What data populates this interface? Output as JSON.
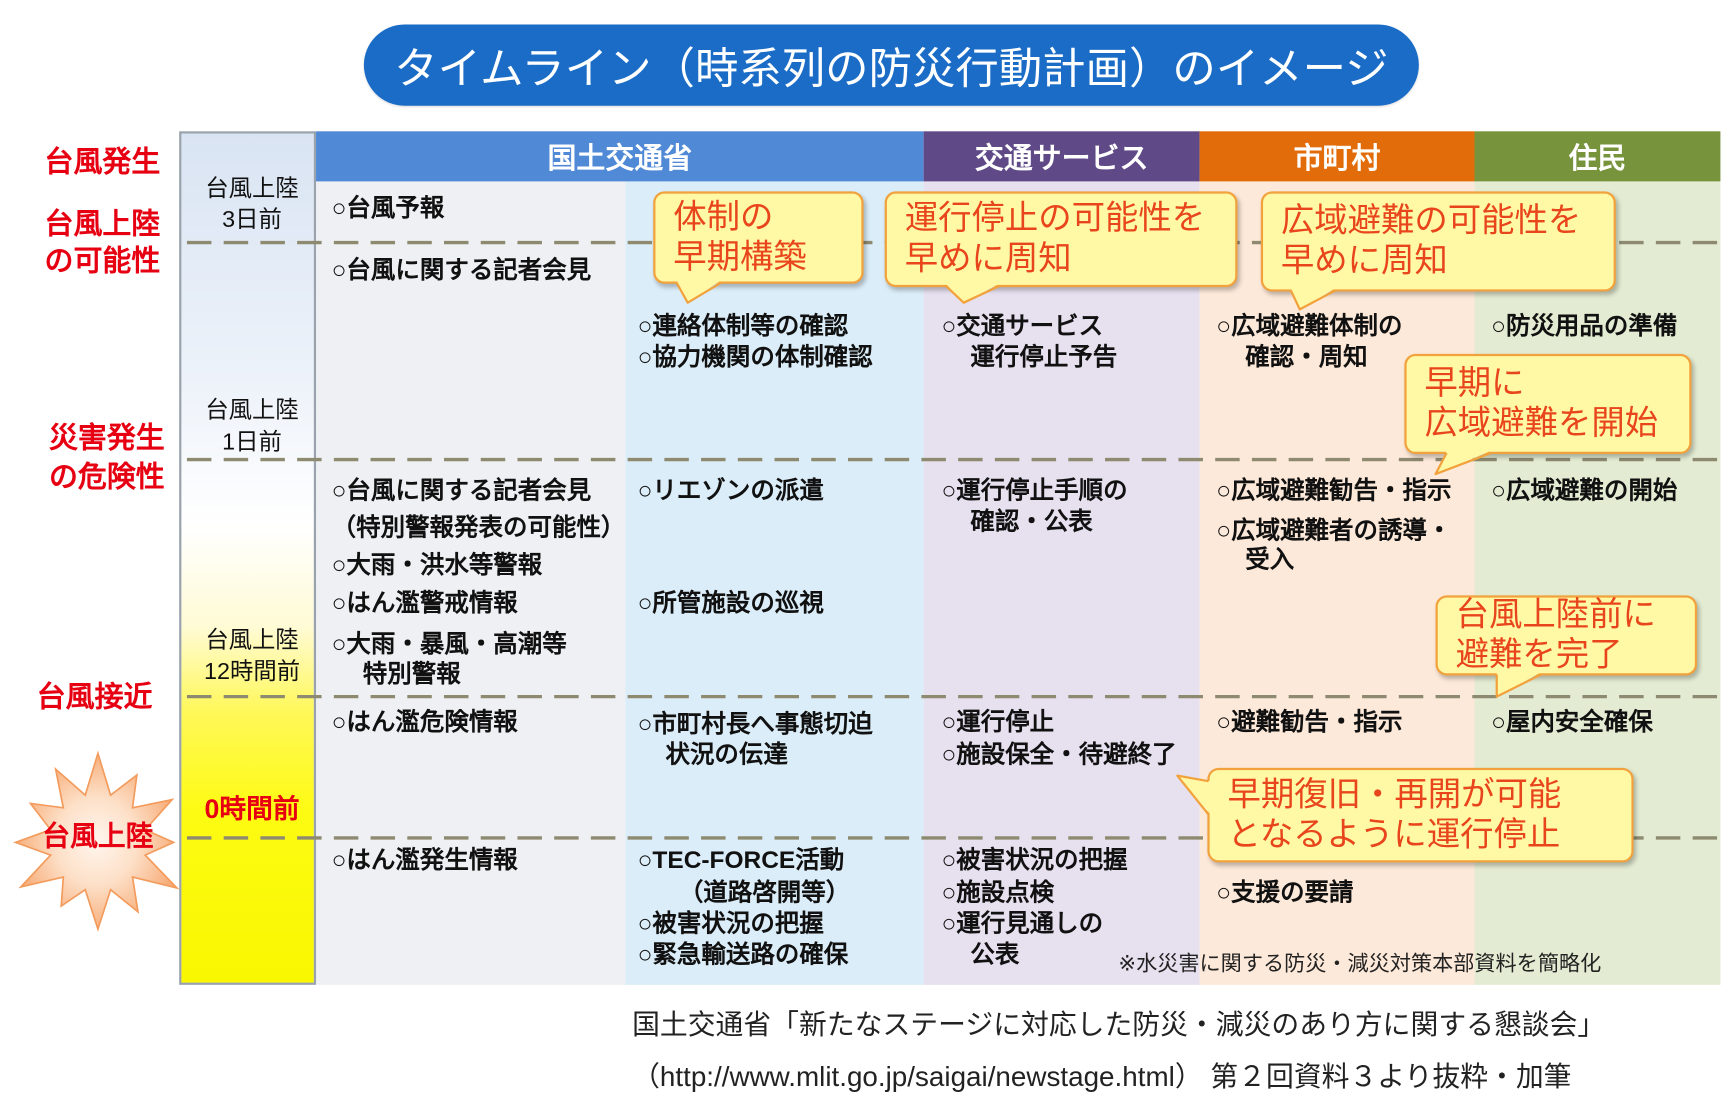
{
  "title": "タイムライン（時系列の防災行動計画）のイメージ",
  "phases": {
    "typhoon_formation": "台風発生",
    "landfall_possibility": [
      "台風上陸",
      "の可能性"
    ],
    "disaster_risk": [
      "災害発生",
      "の危険性"
    ],
    "approach": "台風接近",
    "landfall": "台風上陸"
  },
  "time_markers": {
    "three_days": [
      "台風上陸",
      "3日前"
    ],
    "one_day": [
      "台風上陸",
      "1日前"
    ],
    "twelve_hours": [
      "台風上陸",
      "12時間前"
    ],
    "zero_hours": "0時間前"
  },
  "columns": [
    "国土交通省",
    "交通サービス",
    "市町村",
    "住民"
  ],
  "cells": {
    "mlit_forecast": [
      [
        "○台風予報"
      ],
      [
        "○台風に関する記者会見"
      ],
      [
        "○台風に関する記者会見",
        "（特別警報発表の可能性）",
        "○大雨・洪水等警報",
        "○はん濫警戒情報",
        "○大雨・暴風・高潮等",
        "特別警報"
      ],
      [
        "○はん濫危険情報"
      ],
      [
        "○はん濫発生情報"
      ]
    ],
    "mlit_response": [
      [
        "○連絡体制等の確認",
        "○協力機関の体制確認"
      ],
      [
        "○リエゾンの派遣",
        "○所管施設の巡視"
      ],
      [
        "○市町村長へ事態切迫",
        "状況の伝達"
      ],
      [
        "○TEC-FORCE活動",
        "（道路啓開等）",
        "○被害状況の把握",
        "○緊急輸送路の確保"
      ]
    ],
    "transport": [
      [
        "○交通サービス",
        "運行停止予告"
      ],
      [
        "○運行停止手順の",
        "確認・公表"
      ],
      [
        "○運行停止",
        "○施設保全・待避終了"
      ],
      [
        "○被害状況の把握",
        "○施設点検",
        "○運行見通しの",
        "公表"
      ]
    ],
    "municipality": [
      [
        "○広域避難体制の",
        "確認・周知"
      ],
      [
        "○広域避難勧告・指示",
        "○広域避難者の誘導・",
        "受入"
      ],
      [
        "○避難勧告・指示"
      ],
      [
        "○支援の要請"
      ]
    ],
    "residents": [
      [
        "○防災用品の準備"
      ],
      [
        "○広域避難の開始"
      ],
      [
        "○屋内安全確保"
      ]
    ]
  },
  "callouts": [
    [
      "体制の",
      "早期構築"
    ],
    [
      "運行停止の可能性を",
      "早めに周知"
    ],
    [
      "広域避難の可能性を",
      "早めに周知"
    ],
    [
      "早期に",
      "広域避難を開始"
    ],
    [
      "台風上陸前に",
      "避難を完了"
    ],
    [
      "早期復旧・再開が可能",
      "となるように運行停止"
    ]
  ],
  "footnote": "※水災害に関する防災・減災対策本部資料を簡略化",
  "source": [
    "国土交通省「新たなステージに対応した防災・減災のあり方に関する懇談会」",
    "（http://www.mlit.go.jp/saigai/newstage.html） 第２回資料３より抜粋・加筆"
  ],
  "colors": {
    "title_bg": "#1a6cc6",
    "mlit_header": "#5089d6",
    "transport_header": "#5f4a87",
    "municipality_header": "#e36c0a",
    "residents_header": "#77933c",
    "mlit_forecast_bg": "#eef0f3",
    "mlit_response_bg": "#dbedf8",
    "transport_bg": "#e6e0ef",
    "municipality_bg": "#fde9d9",
    "residents_bg": "#e3ebd2",
    "phase_label": "#e60012",
    "callout_text": "#e8451c",
    "callout_bg": "#fff9a6",
    "callout_border": "#f2a23c",
    "divider": "#8d8a70"
  }
}
